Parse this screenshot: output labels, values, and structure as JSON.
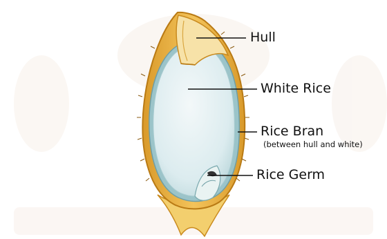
{
  "diagram": {
    "labels": {
      "hull": "Hull",
      "white_rice": "White Rice",
      "rice_bran": "Rice Bran",
      "rice_bran_note": "(between hull and white)",
      "rice_germ": "Rice Germ"
    },
    "colors": {
      "hull_outer": "#d99a2b",
      "hull_inner": "#f3c35a",
      "hull_light": "#f7e2a8",
      "bran": "#9bc4c9",
      "white_rice": "#dcecef",
      "germ": "#e9f3f2",
      "watermark": "#f4ebe2",
      "leader": "#111111"
    }
  }
}
